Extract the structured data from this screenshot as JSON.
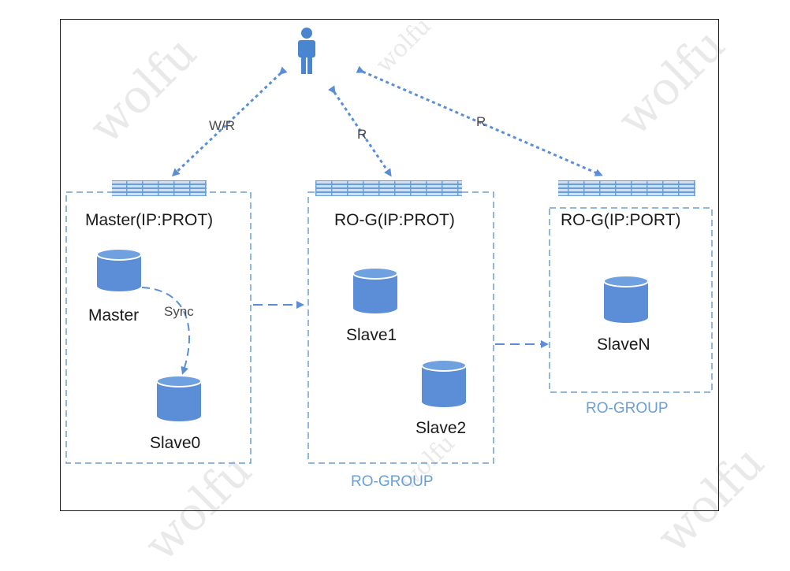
{
  "colors": {
    "accent": "#6a9fd6",
    "db_fill": "#5b8ed6",
    "frame": "#1a1a1a"
  },
  "watermark": "wolfu",
  "user": {
    "icon": "user-icon"
  },
  "arrows": {
    "write_read": "W/R",
    "read_1": "R",
    "read_2": "R",
    "sync": "Sync"
  },
  "groups": {
    "master": {
      "title": "Master(IP:PROT)",
      "db_master": "Master",
      "db_slave0": "Slave0"
    },
    "ro_1": {
      "title": "RO-G(IP:PROT)",
      "db_slave1": "Slave1",
      "db_slave2": "Slave2",
      "caption": "RO-GROUP"
    },
    "ro_n": {
      "title": "RO-G(IP:PORT)",
      "db_slaven": "SlaveN",
      "caption": "RO-GROUP"
    }
  }
}
